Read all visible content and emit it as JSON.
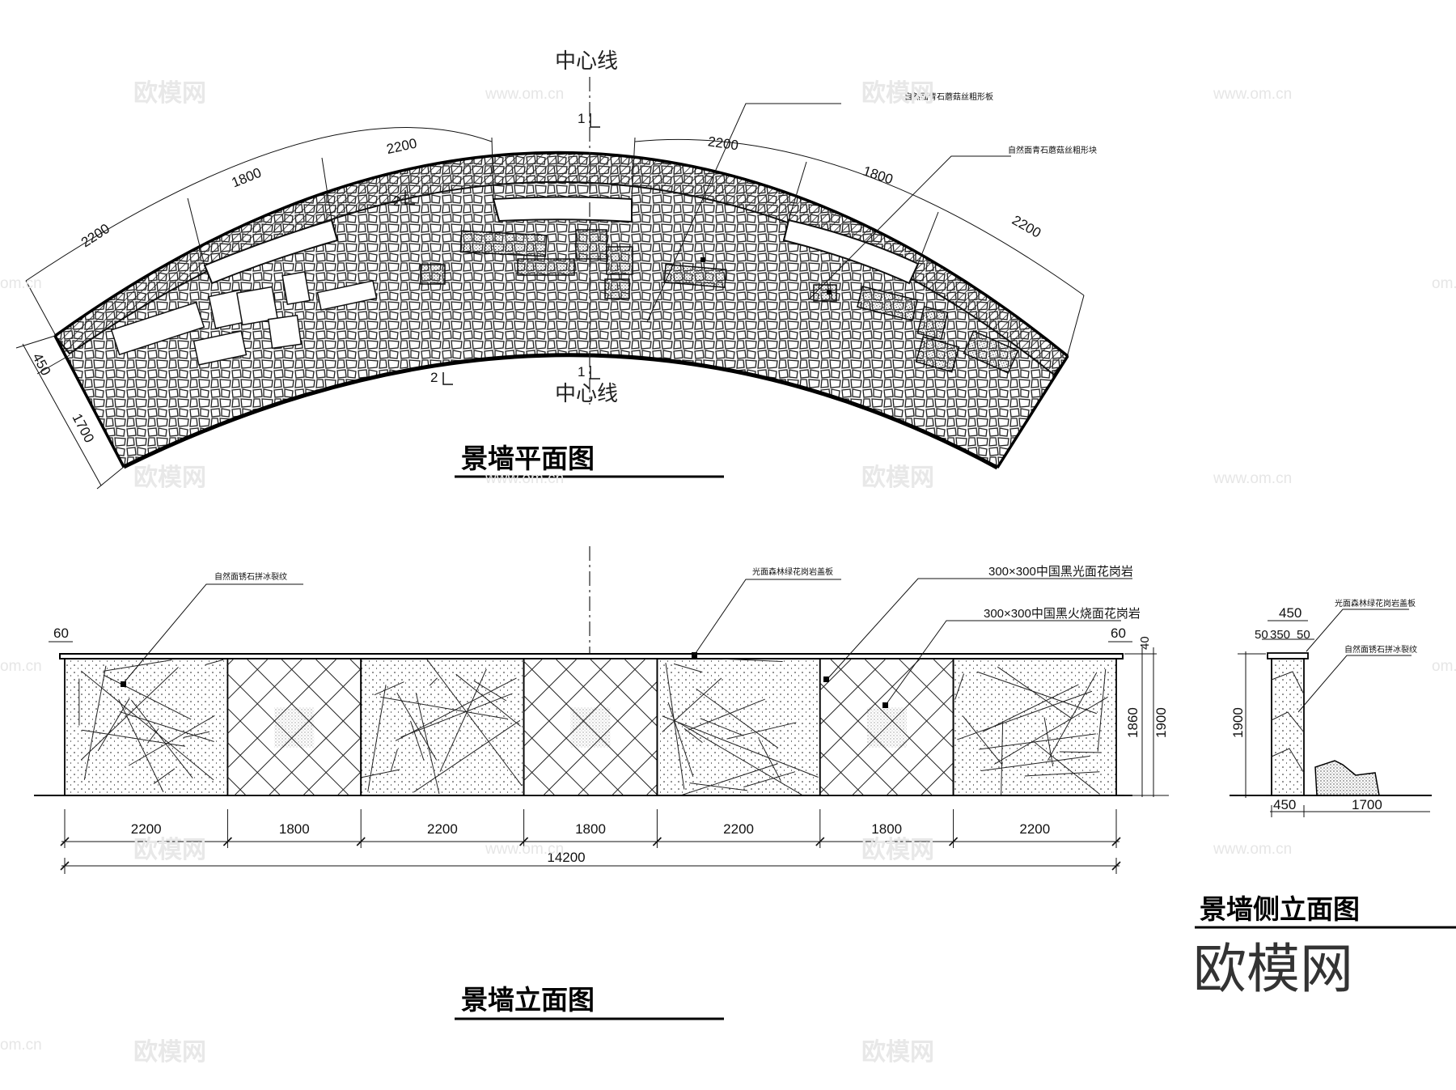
{
  "plan": {
    "title": "景墙平面图",
    "centerline_label": "中心线",
    "section_marks": [
      "1",
      "2",
      "2",
      "1"
    ],
    "arc_dims": [
      "2200",
      "1800",
      "2200",
      "2200",
      "1800",
      "2200"
    ],
    "depth_dims": [
      "450",
      "1700"
    ],
    "notes": [
      "自然面青石蘑菇丝粗形板",
      "自然面青石蘑菇丝粗形块"
    ]
  },
  "elevation": {
    "title": "景墙立面图",
    "top_dims": [
      "60",
      "60"
    ],
    "right_dims": [
      "40",
      "1860",
      "1900"
    ],
    "panel_dims": [
      "2200",
      "1800",
      "2200",
      "1800",
      "2200",
      "1800",
      "2200"
    ],
    "total_dim": "14200",
    "notes": [
      "自然面锈石拼冰裂纹",
      "光面森林绿花岗岩盖板",
      "300×300中国黑光面花岗岩",
      "300×300中国黑火烧面花岗岩"
    ]
  },
  "side": {
    "title": "景墙侧立面图",
    "top_dims": [
      "450",
      "50",
      "350",
      "50"
    ],
    "height_dim": "1900",
    "bottom_dims": [
      "450",
      "1700"
    ],
    "notes": [
      "光面森林绿花岗岩盖板",
      "自然面锈石拼冰裂纹"
    ]
  },
  "watermark": {
    "brand": "欧模网",
    "url": "www.om.cn",
    "url_short": "om.cn"
  }
}
